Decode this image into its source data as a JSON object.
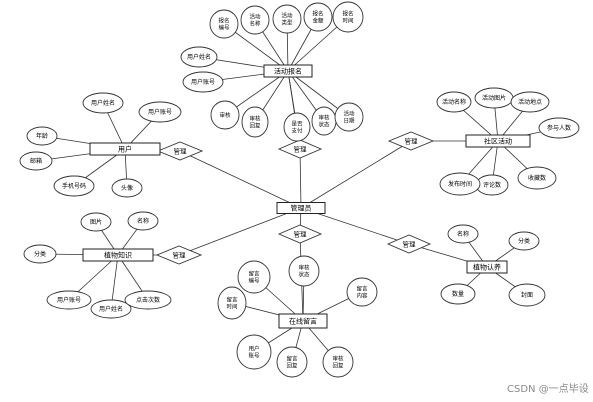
{
  "watermark": "CSDN @一点毕设",
  "entities": [
    {
      "id": "admin",
      "name": "管理员"
    },
    {
      "id": "user",
      "name": "用户"
    },
    {
      "id": "plant_knowledge",
      "name": "植物知识"
    },
    {
      "id": "community",
      "name": "社区活动"
    },
    {
      "id": "plant_identify",
      "name": "植物认养"
    },
    {
      "id": "activity_signup",
      "name": "活动报名"
    },
    {
      "id": "online_feedback",
      "name": "在线留言"
    }
  ],
  "relationships": [
    {
      "id": "r_user",
      "label": "管理"
    },
    {
      "id": "r_knowledge",
      "label": "管理"
    },
    {
      "id": "r_community",
      "label": "管理"
    },
    {
      "id": "r_identify",
      "label": "管理"
    },
    {
      "id": "r_signup",
      "label": "管理"
    },
    {
      "id": "r_feedback",
      "label": "管理"
    }
  ],
  "attributes": {
    "user": [
      "用户账号",
      "用户姓名",
      "年龄",
      "邮箱",
      "手机号码",
      "头像"
    ],
    "activity_signup": [
      "报名编号",
      "活动名称",
      "活动类型",
      "报名金额",
      "报名时间",
      "用户姓名",
      "用户账号",
      "审核",
      "审核回复",
      "是否支付",
      "审核状态",
      "活动日期"
    ],
    "community": [
      "活动名称",
      "活动图片",
      "活动地点",
      "参与人数",
      "收藏数",
      "评论数",
      "发布时间"
    ],
    "plant_knowledge": [
      "图片",
      "名称",
      "分类",
      "用户账号",
      "用户姓名",
      "点击次数"
    ],
    "plant_identify": [
      "名称",
      "分类",
      "数量",
      "封面"
    ],
    "online_feedback": [
      "留言编号",
      "留言时间",
      "审核状态",
      "留言内容",
      "用户账号",
      "留言回复",
      "审核回复"
    ]
  }
}
